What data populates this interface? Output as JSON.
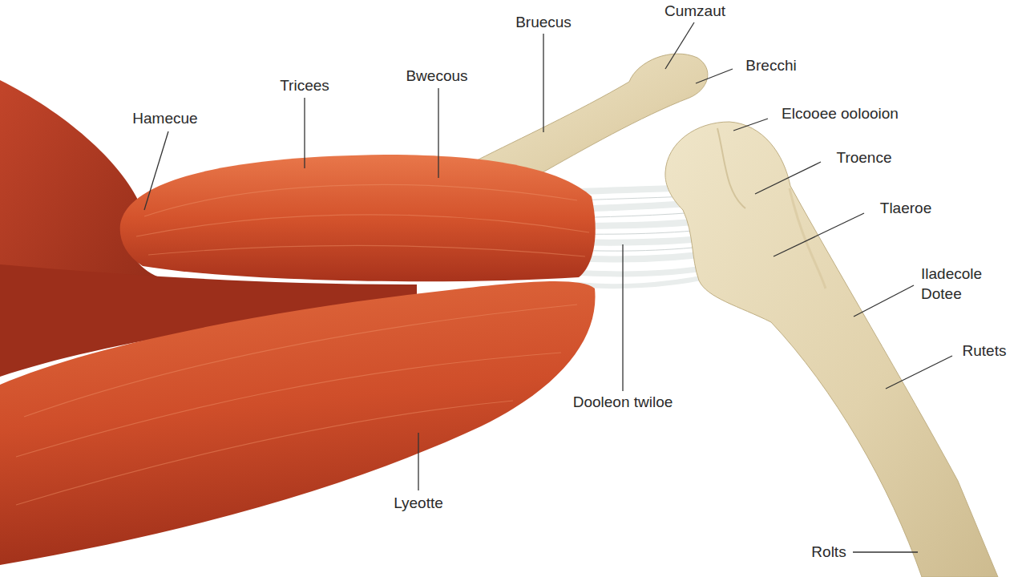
{
  "diagram": {
    "labels": [
      "Hamecue",
      "Tricees",
      "Bwecous",
      "Bruecus",
      "Cumzaut",
      "Brecchi",
      "Elcooee oolooion",
      "Troence",
      "Tlaeroe",
      "Iladecole Dotee",
      "Rutets",
      "Dooleon twiloe",
      "Lyeotte",
      "Rolts"
    ]
  }
}
